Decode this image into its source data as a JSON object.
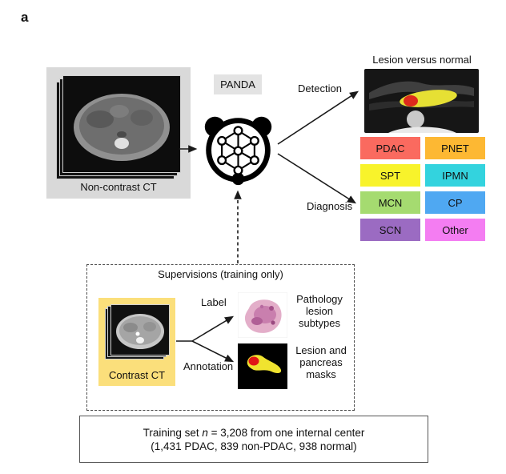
{
  "panel_label": "a",
  "panda_box_label": "PANDA",
  "noncontrast": {
    "label": "Non-contrast CT"
  },
  "detection": {
    "arrow_label": "Detection",
    "result_title": "Lesion versus normal"
  },
  "diagnosis": {
    "arrow_label": "Diagnosis",
    "classes": [
      {
        "label": "PDAC",
        "color": "#fa6a5f"
      },
      {
        "label": "PNET",
        "color": "#fdb833"
      },
      {
        "label": "SPT",
        "color": "#f8f32b"
      },
      {
        "label": "IPMN",
        "color": "#33d3de"
      },
      {
        "label": "MCN",
        "color": "#a5db70"
      },
      {
        "label": "CP",
        "color": "#4fa8f2"
      },
      {
        "label": "SCN",
        "color": "#9b6bc2"
      },
      {
        "label": "Other",
        "color": "#f47df2"
      }
    ]
  },
  "supervisions": {
    "title": "Supervisions (training only)",
    "contrast_label": "Contrast CT",
    "label_arrow": "Label",
    "annotation_arrow": "Annotation",
    "pathology_caption": "Pathology lesion subtypes",
    "masks_caption": "Lesion and pancreas masks"
  },
  "training": {
    "line1_prefix": "Training set ",
    "n_symbol": "n",
    "line1_suffix": " = 3,208 from one internal center",
    "line2": "(1,431 PDAC, 839 non-PDAC, 938 normal)"
  }
}
